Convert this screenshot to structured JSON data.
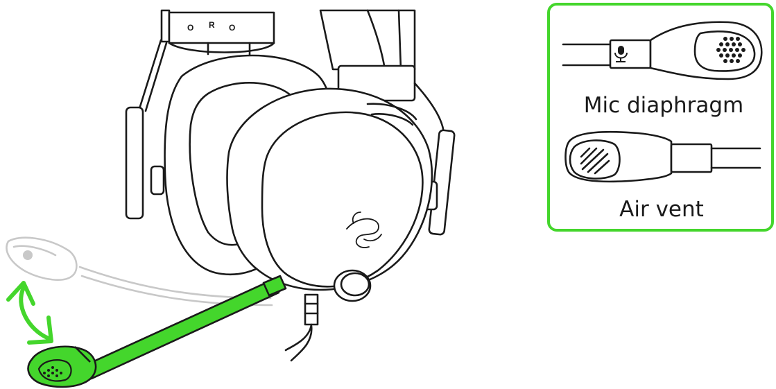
{
  "headband_markings": [
    "O",
    "R",
    "O"
  ],
  "callout": {
    "mic_diaphragm_label": "Mic diaphragm",
    "air_vent_label": "Air vent"
  },
  "colors": {
    "accent_green": "#44d62c",
    "callout_border": "#44d62c",
    "line_art": "#1a1a1a",
    "ghost_mic": "#c8c8c8"
  },
  "icons": {
    "rotation_arrow": "curved-double-arrow-icon",
    "mic_symbol": "microphone-icon",
    "brand_logo": "razer-snake-logo"
  }
}
